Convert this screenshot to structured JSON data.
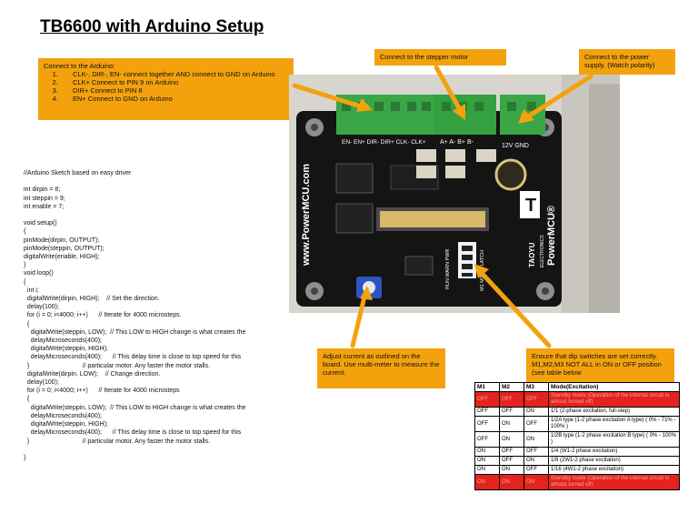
{
  "title": "TB6600 with Arduino Setup",
  "callouts": {
    "arduino": {
      "heading": "Connect to the Arduino:",
      "items": [
        "CLK-, DIR-, EN- connect together AND connect to GND on Arduino",
        "CLK+ Connect to PIN 9 on Arduino",
        "DIR+ Connect to PIN 8",
        "EN+ Connect to GND on Arduino"
      ]
    },
    "stepper": "Connect to the stepper motor",
    "power": "Connect to the power supply. (Watch polarity)",
    "current": "Adjust current as outlined on the board.  Use multi-meter to measure the current.",
    "dip": "Ensure that dip switches are set correctly. M1,M2,M3 NOT  ALL in ON or OFF position (see table below"
  },
  "code_lines": [
    "//Arduino Sketch based on easy driver",
    "",
    "int dirpin = 8;",
    "int steppin = 9;",
    "int enable = 7;",
    "",
    "void setup()",
    "{",
    "pinMode(dirpin, OUTPUT);",
    "pinMode(steppin, OUTPUT);",
    "digitalWrite(enable, HIGH);",
    "}",
    "void loop()",
    "{",
    "  int i;",
    "  digitalWrite(dirpin, HIGH);    // Set the direction.",
    "  delay(100);",
    "  for (i = 0; i<4000; i++)      // Iterate for 4000 microsteps.",
    "  {",
    "    digitalWrite(steppin, LOW);  // This LOW to HIGH change is what creates the",
    "    delayMicroseconds(400);",
    "    digitalWrite(steppin, HIGH);",
    "    delayMicroseconds(400);      // This delay time is close to top speed for this",
    "  }                              // particular motor. Any faster the motor stalls.",
    "  digitalWrite(dirpin, LOW);    // Change direction.",
    "  delay(100);",
    "  for (i = 0; i<4000; i++)      // Iterate for 4000 microsteps",
    "  {",
    "    digitalWrite(steppin, LOW);  // This LOW to HIGH change is what creates the",
    "    delayMicroseconds(400);",
    "    digitalWrite(steppin, HIGH);",
    "    delayMicroseconds(400);      // This delay time is close to top speed for this",
    "  }                              // particular motor. Any faster the motor stalls.",
    "",
    "}"
  ],
  "board": {
    "brand_url": "www.PowerMCU.com",
    "brand": "PowerMCU®",
    "maker": "TAOYU",
    "maker_sub": "ELECTRONICS",
    "silk_signals": "EN- EN+ DIR- DIR+ CLK- CLK+",
    "silk_motor": "A+ A- B+ B-",
    "silk_power": "12V GND",
    "silk_status": "RUN WARN PWR",
    "silk_dip": "M1 M2 M3 LATCH"
  },
  "table": {
    "headers": [
      "M1",
      "M2",
      "M3",
      "Mode(Excitation)"
    ],
    "rows": [
      {
        "m1": "OFF",
        "m2": "OFF",
        "m3": "OFF",
        "mode": "Standby mode (Operation of the internal circuit is almost turned off)",
        "highlight": true
      },
      {
        "m1": "OFF",
        "m2": "OFF",
        "m3": "ON",
        "mode": "1/1 (2-phase excitation, full-step)",
        "highlight": false
      },
      {
        "m1": "OFF",
        "m2": "ON",
        "m3": "OFF",
        "mode": "1/2A type (1-2 phase excitation A type) ( 0% - 71% - 100% )",
        "highlight": false
      },
      {
        "m1": "OFF",
        "m2": "ON",
        "m3": "ON",
        "mode": "1/2B type (1-2 phase excitation B type) ( 0% - 100% )",
        "highlight": false
      },
      {
        "m1": "ON",
        "m2": "OFF",
        "m3": "OFF",
        "mode": "1/4 (W1-2 phase excitation)",
        "highlight": false
      },
      {
        "m1": "ON",
        "m2": "OFF",
        "m3": "ON",
        "mode": "1/8 (2W1-2 phase excitation)",
        "highlight": false
      },
      {
        "m1": "ON",
        "m2": "ON",
        "m3": "OFF",
        "mode": "1/16 (4W1-2 phase excitation)",
        "highlight": false
      },
      {
        "m1": "ON",
        "m2": "ON",
        "m3": "ON",
        "mode": "Standby mode (Operation of the internal circuit is almost turned off)",
        "highlight": true
      }
    ]
  },
  "colors": {
    "callout": "#f3a20e",
    "arrow": "#f3a20e",
    "row_highlight": "#e3231c",
    "board": "#141414",
    "terminal": "#3aa645"
  }
}
